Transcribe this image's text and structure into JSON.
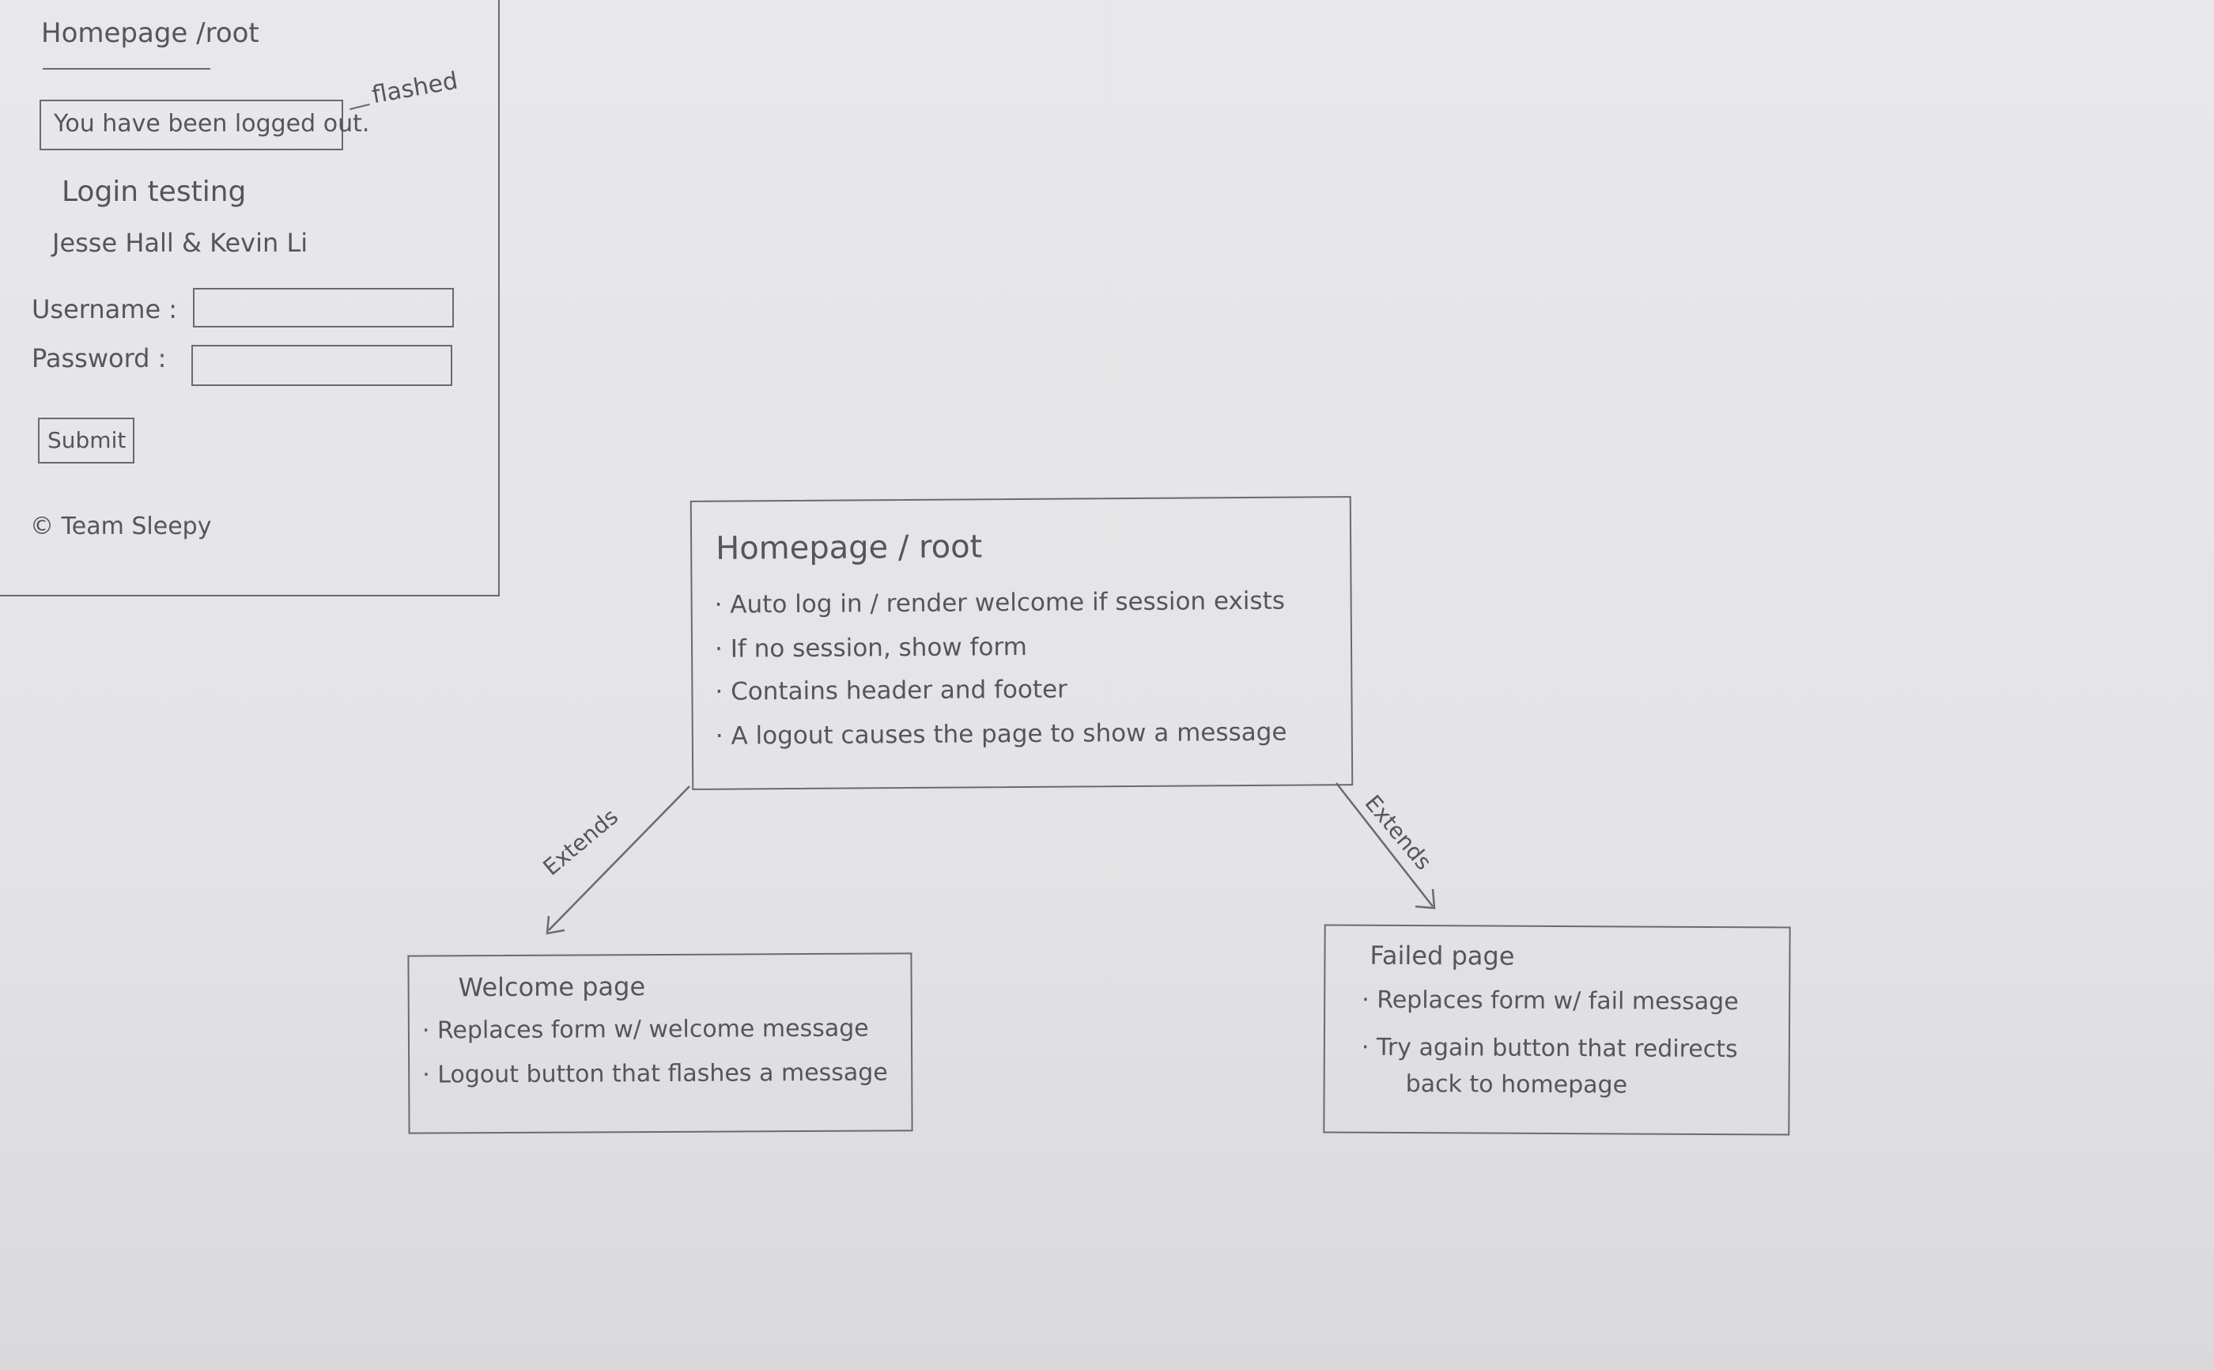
{
  "wireframe": {
    "title": "Homepage /root",
    "flash_message": "You have been logged out.",
    "flash_note": "flashed",
    "heading": "Login testing",
    "authors": "Jesse Hall  &  Kevin Li",
    "username_label": "Username :",
    "password_label": "Password :",
    "submit_label": "Submit",
    "footer": "© Team Sleepy"
  },
  "diagram": {
    "root": {
      "title": "Homepage / root",
      "bullets": [
        "· Auto log in / render welcome if session exists",
        "· If no session, show form",
        "· Contains header and footer",
        "· A logout causes the page to show a message"
      ]
    },
    "welcome": {
      "title": "Welcome page",
      "bullets": [
        "· Replaces form w/ welcome message",
        "· Logout button that flashes a message"
      ]
    },
    "failed": {
      "title": "Failed page",
      "bullets": [
        "· Replaces form w/ fail message",
        "· Try again button that redirects",
        "back to homepage"
      ]
    },
    "edges": {
      "left_label": "Extends",
      "right_label": "Extends"
    },
    "stroke_color": "#6a6a70"
  }
}
